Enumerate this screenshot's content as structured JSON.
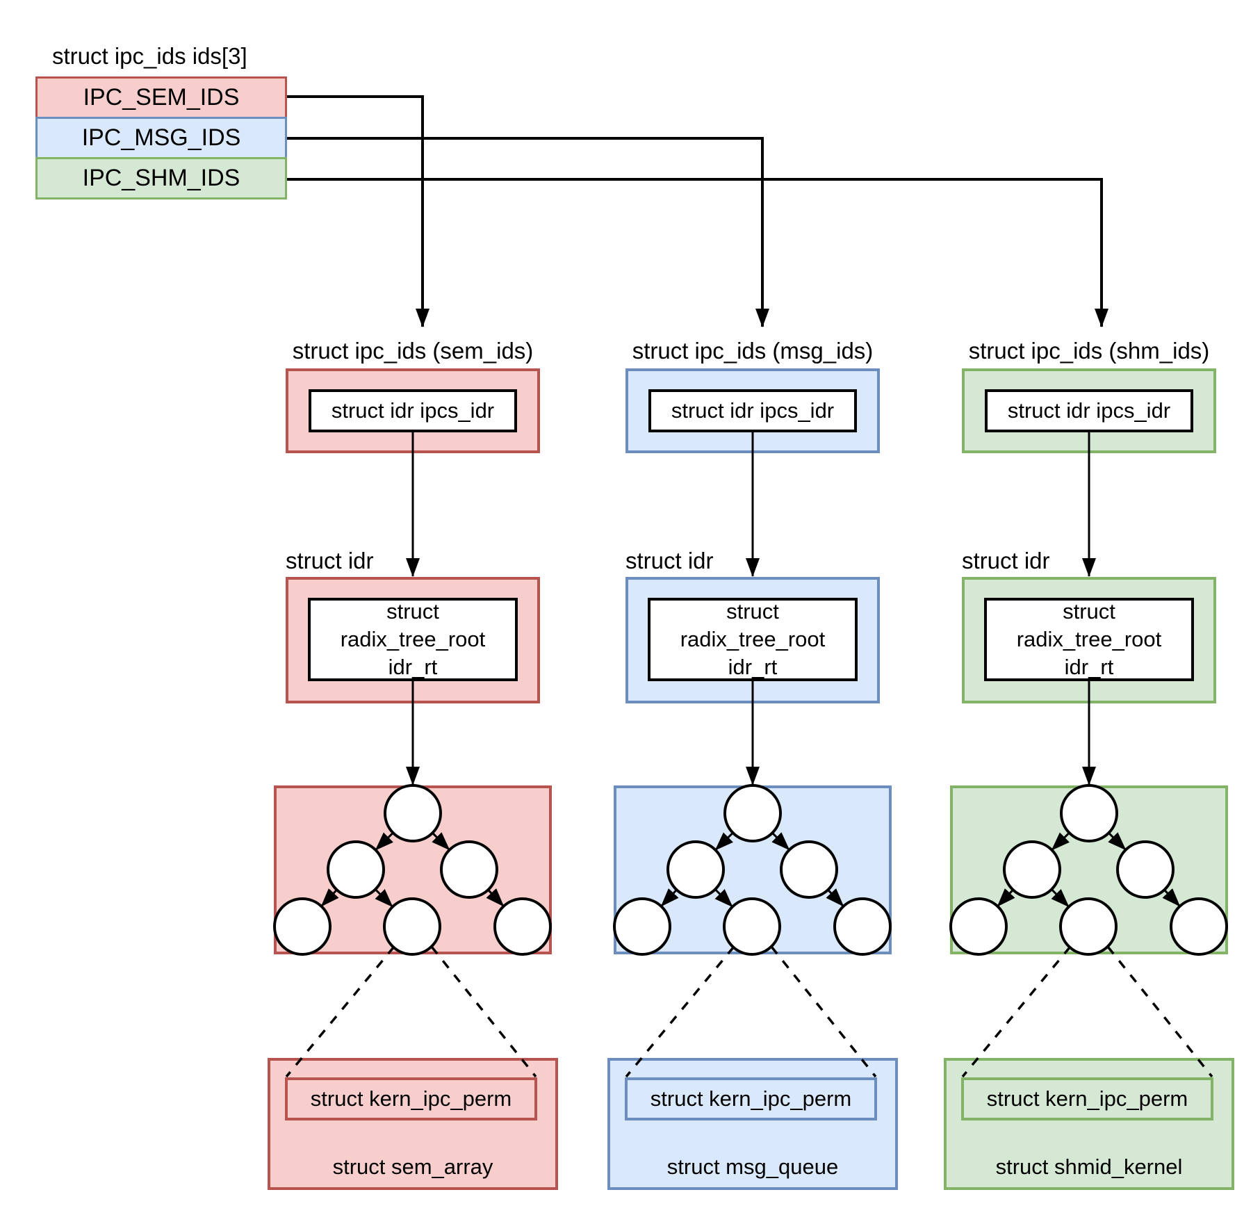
{
  "colors": {
    "sem_fill": "#f8cecc",
    "sem_border": "#b85450",
    "msg_fill": "#dae8fc",
    "msg_border": "#6c8ebf",
    "shm_fill": "#d5e8d4",
    "shm_border": "#82b366",
    "line": "#000000",
    "node_fill": "#ffffff"
  },
  "legend": {
    "title": "struct ipc_ids ids[3]",
    "items": [
      {
        "label": "IPC_SEM_IDS"
      },
      {
        "label": "IPC_MSG_IDS"
      },
      {
        "label": "IPC_SHM_IDS"
      }
    ]
  },
  "columns": [
    {
      "header": "struct ipc_ids (sem_ids)",
      "ipcs_idr_label": "struct idr ipcs_idr",
      "idr_label": "struct idr",
      "radix_label": "struct\nradix_tree_root\nidr_rt",
      "kern_label": "struct kern_ipc_perm",
      "object_label": "struct sem_array"
    },
    {
      "header": "struct ipc_ids (msg_ids)",
      "ipcs_idr_label": "struct idr ipcs_idr",
      "idr_label": "struct idr",
      "radix_label": "struct\nradix_tree_root\nidr_rt",
      "kern_label": "struct kern_ipc_perm",
      "object_label": "struct msg_queue"
    },
    {
      "header": "struct ipc_ids (shm_ids)",
      "ipcs_idr_label": "struct idr ipcs_idr",
      "idr_label": "struct idr",
      "radix_label": "struct\nradix_tree_root\nidr_rt",
      "kern_label": "struct kern_ipc_perm",
      "object_label": "struct shmid_kernel"
    }
  ]
}
